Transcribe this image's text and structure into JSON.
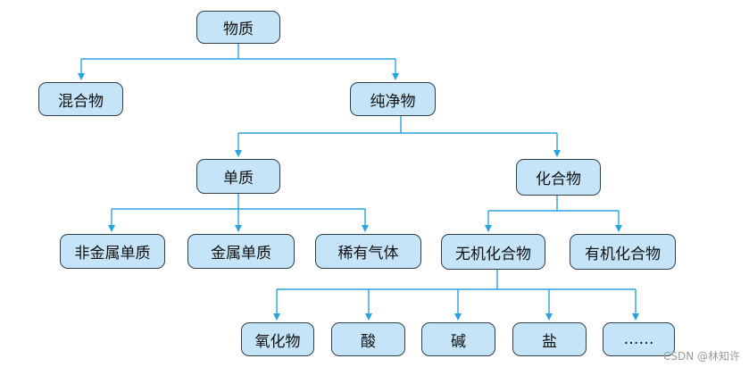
{
  "colors": {
    "node_fill": "#c5e4f7",
    "node_border": "#2f3f4c",
    "connector": "#29a3dd"
  },
  "nodes": {
    "substance": "物质",
    "mixture": "混合物",
    "pure": "纯净物",
    "element": "单质",
    "compound": "化合物",
    "nonmetal": "非金属单质",
    "metal": "金属单质",
    "rare_gas": "稀有气体",
    "inorganic": "无机化合物",
    "organic": "有机化合物",
    "oxide": "氧化物",
    "acid": "酸",
    "base": "碱",
    "salt": "盐",
    "etc": "……"
  },
  "watermark": "CSDN @林知许"
}
